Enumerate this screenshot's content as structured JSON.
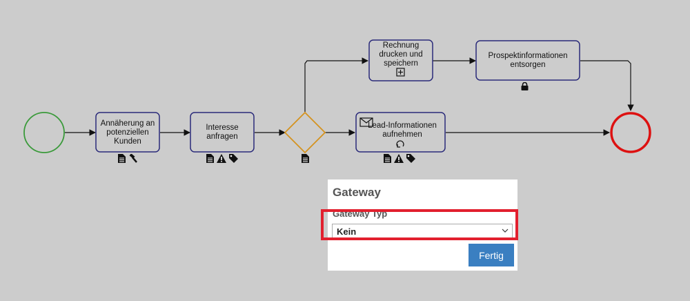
{
  "diagram": {
    "tasks": {
      "approach": "Annäherung an potenziellen Kunden",
      "request_interest": "Interesse anfragen",
      "print_invoice": "Rechnung drucken und speichern",
      "dispose_prospect": "Prospektinformationen entsorgen",
      "capture_lead": "Lead-Informationen aufnehmen"
    }
  },
  "panel": {
    "title": "Gateway",
    "field_label": "Gateway Typ",
    "select_value": "Kein",
    "done_label": "Fertig"
  },
  "colors": {
    "start_event": "#3a9a3a",
    "end_event": "#dd1111",
    "task_border": "#2a2a7a",
    "gateway": "#d4921e",
    "highlight": "#e2202e",
    "button": "#3a7fc1"
  }
}
